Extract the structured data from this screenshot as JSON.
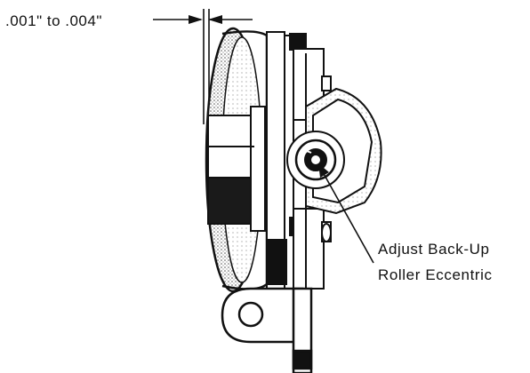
{
  "diagram": {
    "dimension_label": ".001\" to .004\"",
    "callout_line1": "Adjust Back-Up",
    "callout_line2": "Roller Eccentric"
  },
  "colors": {
    "ink": "#111111",
    "paper": "#ffffff",
    "shade": "#8a8a8a"
  }
}
